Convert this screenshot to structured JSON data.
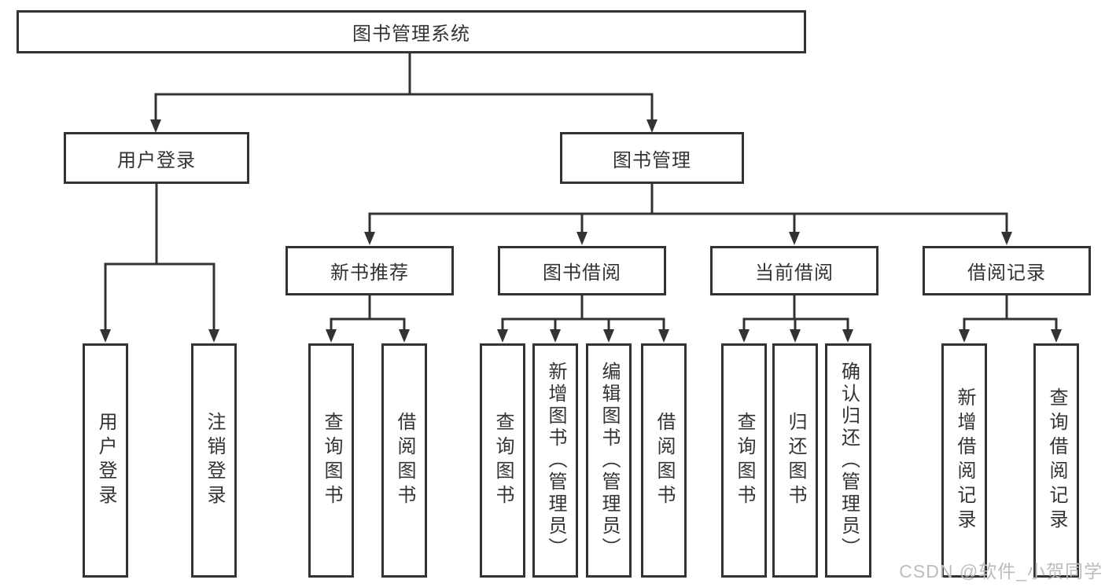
{
  "root": {
    "label": "图书管理系统"
  },
  "branches": {
    "user_login": {
      "label": "用户登录",
      "children": [
        "用户登录",
        "注销登录"
      ]
    },
    "book_mgmt": {
      "label": "图书管理"
    }
  },
  "modules": {
    "new_books": {
      "label": "新书推荐",
      "children": [
        "查询图书",
        "借阅图书"
      ]
    },
    "book_borrow": {
      "label": "图书借阅",
      "children": [
        "查询图书",
        "新增图书（管理员）",
        "编辑图书（管理员）",
        "借阅图书"
      ]
    },
    "current_borrow": {
      "label": "当前借阅",
      "children": [
        "查询图书",
        "归还图书",
        "确认归还（管理员）"
      ]
    },
    "borrow_records": {
      "label": "借阅记录",
      "children": [
        "新增借阅记录",
        "查询借阅记录"
      ]
    }
  },
  "watermark": "CSDN @软件_小贺同学",
  "colors": {
    "line": "#333333",
    "text": "#333333",
    "box_background": "#ffffff",
    "watermark": "#bcbcbc",
    "background": "#ffffff"
  }
}
